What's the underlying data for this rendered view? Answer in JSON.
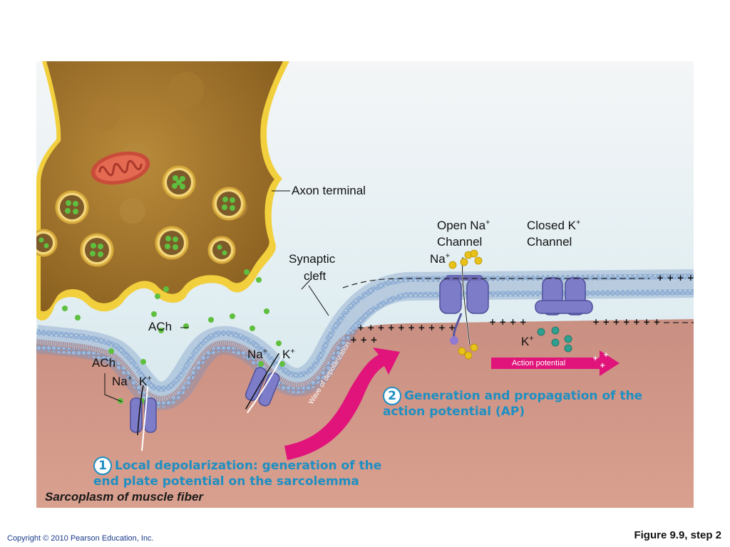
{
  "labels": {
    "axon_terminal": "Axon terminal",
    "synaptic_cleft_line1": "Synaptic",
    "synaptic_cleft_line2": "cleft",
    "ach_upper": "ACh",
    "ach_lower": "ACh",
    "open_na_line1": "Open Na",
    "open_na_line2": "Channel",
    "closed_k_line1": "Closed K",
    "closed_k_line2": "Channel",
    "plus_sup": "+",
    "na": "Na",
    "k": "K",
    "action_potential": "Action potential",
    "wave_of_depolarization": "Wave of depolarization",
    "sarcoplasm": "Sarcoplasm of muscle fiber"
  },
  "steps": [
    {
      "number": "1",
      "line1": "Local depolarization: generation of the",
      "line2": "end plate potential on the sarcolemma"
    },
    {
      "number": "2",
      "line1": "Generation and propagation of the",
      "line2": "action potential (AP)"
    }
  ],
  "footer": {
    "copyright": "Copyright © 2010 Pearson Education, Inc.",
    "figure": "Figure 9.9, step 2"
  },
  "colors": {
    "axon": "#d9a52b",
    "axon_border": "#f0c93a",
    "vesicle_dot": "#5fbf3f",
    "membrane_head": "#8fb0d8",
    "channel": "#7c7cc8",
    "muscle": "#d89a8a",
    "arrow_magenta": "#e0147a",
    "step_text": "#1e8fc2"
  }
}
